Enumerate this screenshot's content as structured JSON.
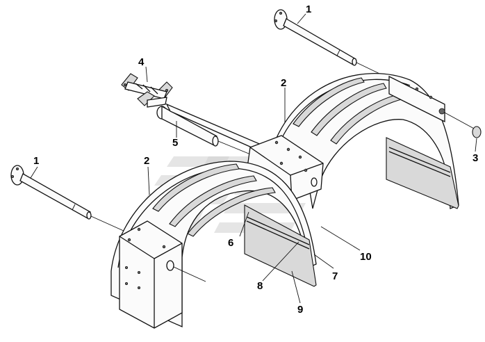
{
  "diagram": {
    "callouts": [
      {
        "id": "c1a",
        "label": "1"
      },
      {
        "id": "c1b",
        "label": "1"
      },
      {
        "id": "c2a",
        "label": "2"
      },
      {
        "id": "c2b",
        "label": "2"
      },
      {
        "id": "c3",
        "label": "3"
      },
      {
        "id": "c4",
        "label": "4"
      },
      {
        "id": "c5",
        "label": "5"
      },
      {
        "id": "c6",
        "label": "6"
      },
      {
        "id": "c7",
        "label": "7"
      },
      {
        "id": "c8",
        "label": "8"
      },
      {
        "id": "c9",
        "label": "9"
      },
      {
        "id": "c10",
        "label": "10"
      }
    ],
    "colors": {
      "line": "#111111",
      "fill": "#fbfbfb",
      "shade": "#d9d9d9",
      "watermark": "#d0d0d0"
    }
  }
}
